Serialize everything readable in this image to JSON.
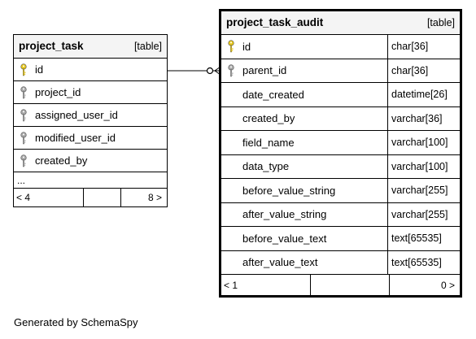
{
  "tables": {
    "project_task": {
      "name": "project_task",
      "kind": "[table]",
      "columns": [
        {
          "name": "id",
          "key": "primary"
        },
        {
          "name": "project_id",
          "key": "foreign"
        },
        {
          "name": "assigned_user_id",
          "key": "foreign"
        },
        {
          "name": "modified_user_id",
          "key": "foreign"
        },
        {
          "name": "created_by",
          "key": "foreign"
        }
      ],
      "ellipsis": "...",
      "footer": {
        "left": "< 4",
        "middle": "",
        "right": "8 >"
      }
    },
    "project_task_audit": {
      "name": "project_task_audit",
      "kind": "[table]",
      "columns": [
        {
          "name": "id",
          "type": "char[36]",
          "key": "primary"
        },
        {
          "name": "parent_id",
          "type": "char[36]",
          "key": "foreign"
        },
        {
          "name": "date_created",
          "type": "datetime[26]",
          "key": "none"
        },
        {
          "name": "created_by",
          "type": "varchar[36]",
          "key": "none"
        },
        {
          "name": "field_name",
          "type": "varchar[100]",
          "key": "none"
        },
        {
          "name": "data_type",
          "type": "varchar[100]",
          "key": "none"
        },
        {
          "name": "before_value_string",
          "type": "varchar[255]",
          "key": "none"
        },
        {
          "name": "after_value_string",
          "type": "varchar[255]",
          "key": "none"
        },
        {
          "name": "before_value_text",
          "type": "text[65535]",
          "key": "none"
        },
        {
          "name": "after_value_text",
          "type": "text[65535]",
          "key": "none"
        }
      ],
      "footer": {
        "left": "< 1",
        "middle": "",
        "right": "0 >"
      }
    }
  },
  "credit": "Generated by SchemaSpy",
  "colors": {
    "primary_key": "#e6c619",
    "foreign_key": "#a8a8a8"
  }
}
